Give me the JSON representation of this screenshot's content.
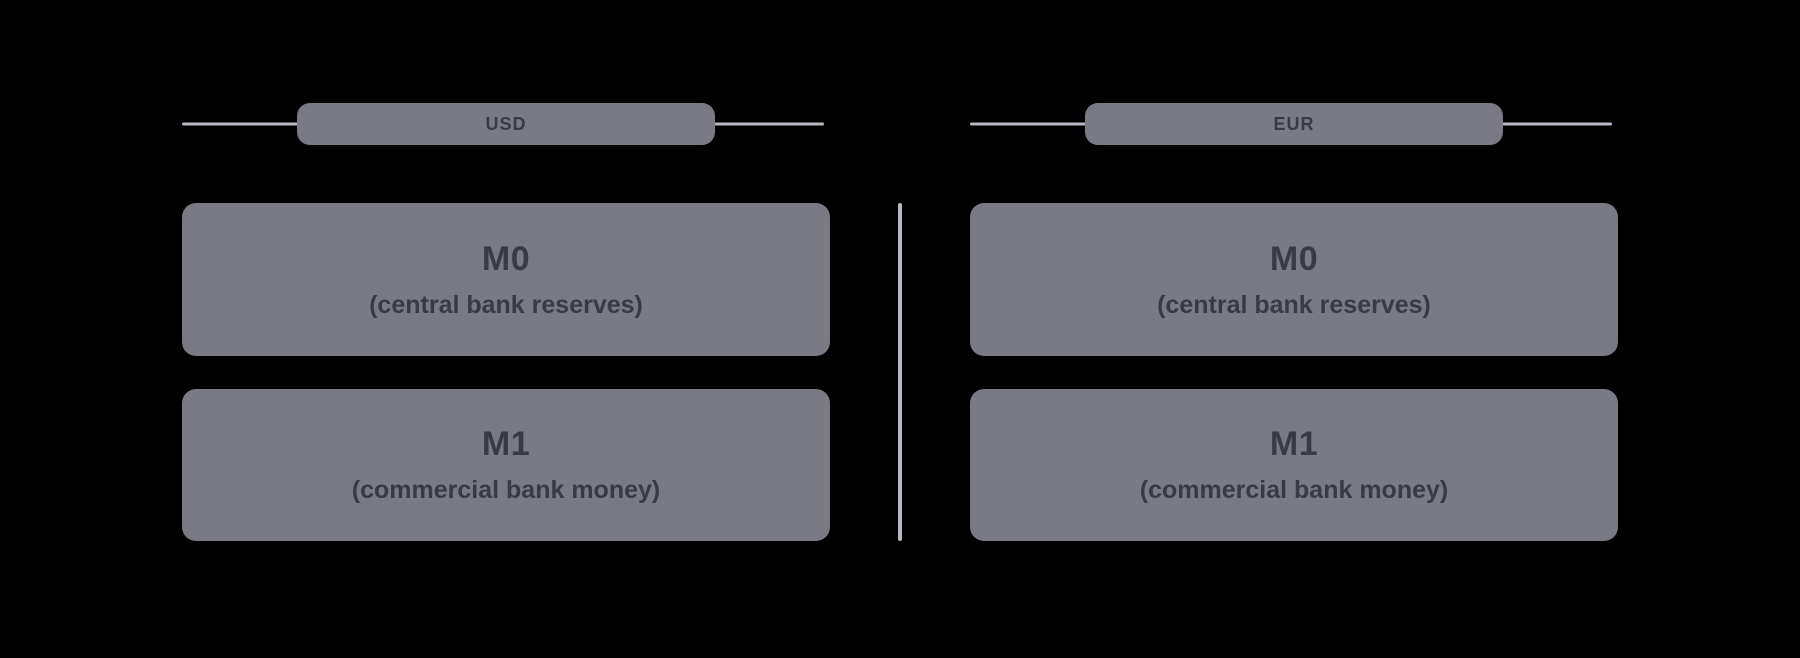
{
  "colors": {
    "background": "#000000",
    "box_fill": "#7a7a85",
    "connector_line": "#b8b8c2",
    "text_dark": "#3a3a44"
  },
  "columns": [
    {
      "currency_label": "USD",
      "boxes": [
        {
          "title": "M0",
          "subtitle": "(central bank reserves)"
        },
        {
          "title": "M1",
          "subtitle": "(commercial bank money)"
        }
      ]
    },
    {
      "currency_label": "EUR",
      "boxes": [
        {
          "title": "M0",
          "subtitle": "(central bank reserves)"
        },
        {
          "title": "M1",
          "subtitle": "(commercial bank money)"
        }
      ]
    }
  ]
}
